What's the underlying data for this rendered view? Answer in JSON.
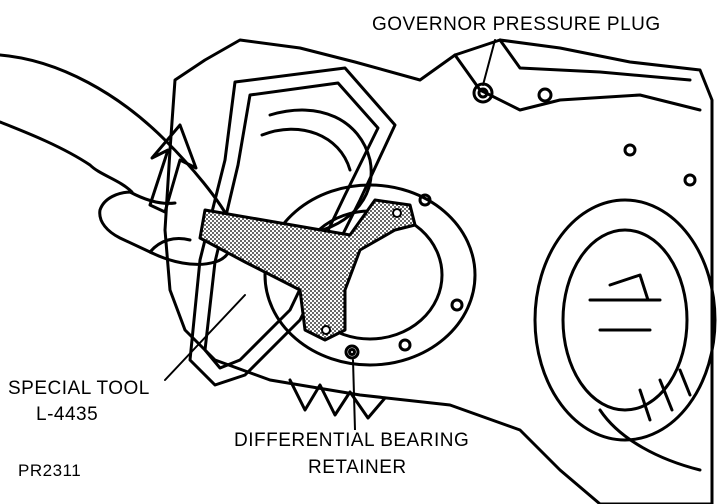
{
  "labels": {
    "governor_plug": "GOVERNOR PRESSURE PLUG",
    "special_tool_line1": "SPECIAL TOOL",
    "special_tool_line2": "L-4435",
    "diff_retainer_line1": "DIFFERENTIAL BEARING",
    "diff_retainer_line2": "RETAINER"
  },
  "figure_id": "PR2311",
  "colors": {
    "ink": "#000000",
    "paper": "#ffffff",
    "tool_fill": "#9a9a9a"
  }
}
